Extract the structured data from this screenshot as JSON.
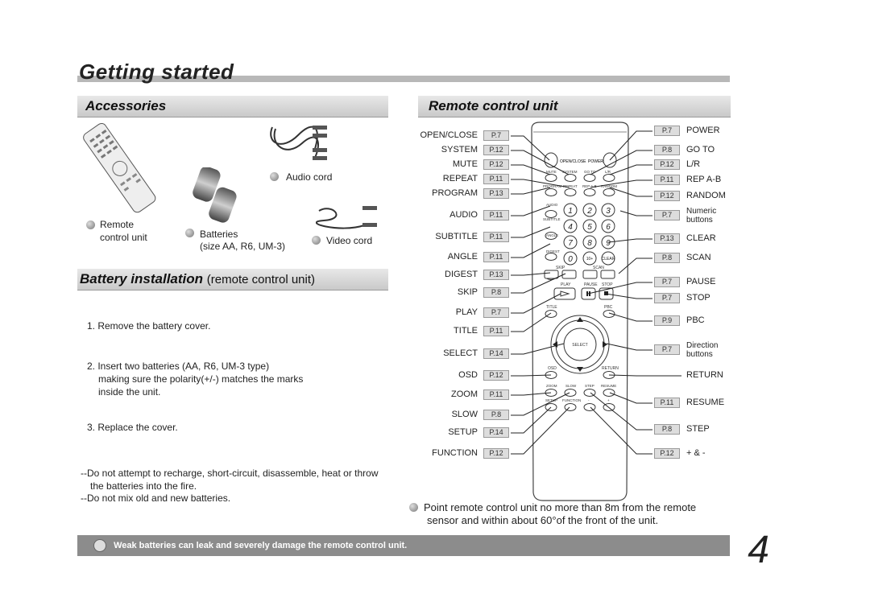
{
  "header": {
    "title": "Getting started"
  },
  "accessories": {
    "title": "Accessories",
    "audio_cord": "Audio  cord",
    "remote": [
      "Remote",
      "control unit"
    ],
    "batteries": [
      "Batteries",
      "(size AA, R6, UM-3)"
    ],
    "video_cord": "Video  cord"
  },
  "battery": {
    "title": "Battery installation",
    "subtitle": "(remote control unit)",
    "step1": "1. Remove the battery cover.",
    "step2a": "2. Insert two batteries (AA, R6, UM-3 type)",
    "step2b": "making sure the polarity(+/-) matches the marks",
    "step2c": "inside the unit.",
    "step3": "3. Replace the cover.",
    "note1a": "--Do not attempt to recharge, short-circuit, disassemble, heat or throw",
    "note1b": "the batteries into the fire.",
    "note2": "--Do not mix old and new batteries."
  },
  "remote": {
    "title": "Remote control unit",
    "left": [
      {
        "label": "OPEN/CLOSE",
        "page": "P.7"
      },
      {
        "label": "SYSTEM",
        "page": "P.12"
      },
      {
        "label": "MUTE",
        "page": "P.12"
      },
      {
        "label": "REPEAT",
        "page": "P.11"
      },
      {
        "label": "PROGRAM",
        "page": "P.13"
      },
      {
        "label": "AUDIO",
        "page": "P.11"
      },
      {
        "label": "SUBTITLE",
        "page": "P.11"
      },
      {
        "label": "ANGLE",
        "page": "P.11"
      },
      {
        "label": "DIGEST",
        "page": "P.13"
      },
      {
        "label": "SKIP",
        "page": "P.8"
      },
      {
        "label": "PLAY",
        "page": "P.7"
      },
      {
        "label": "TITLE",
        "page": "P.11"
      },
      {
        "label": "SELECT",
        "page": "P.14"
      },
      {
        "label": "OSD",
        "page": "P.12"
      },
      {
        "label": "ZOOM",
        "page": "P.11"
      },
      {
        "label": "SLOW",
        "page": "P.8"
      },
      {
        "label": "SETUP",
        "page": "P.14"
      },
      {
        "label": "FUNCTION",
        "page": "P.12"
      }
    ],
    "right": [
      {
        "label": "POWER",
        "page": "P.7"
      },
      {
        "label": "GO TO",
        "page": "P.8"
      },
      {
        "label": "L/R",
        "page": "P.12"
      },
      {
        "label": "REP A-B",
        "page": "P.11"
      },
      {
        "label": "RANDOM",
        "page": "P.12"
      },
      {
        "label": "Numeric buttons",
        "page": "P.7"
      },
      {
        "label": "CLEAR",
        "page": "P.13"
      },
      {
        "label": "SCAN",
        "page": "P.8"
      },
      {
        "label": "PAUSE",
        "page": "P.7"
      },
      {
        "label": "STOP",
        "page": "P.7"
      },
      {
        "label": "PBC",
        "page": "P.9"
      },
      {
        "label": "Direction buttons",
        "page": "P.7"
      },
      {
        "label": "RETURN",
        "page": ""
      },
      {
        "label": "RESUME",
        "page": "P.11"
      },
      {
        "label": "STEP",
        "page": "P.8"
      },
      {
        "label": "+ & -",
        "page": "P.12"
      }
    ],
    "note_a": "Point remote control unit no more than 8m from the remote",
    "note_b": "sensor and within about 60°of the front of the unit.",
    "keys": {
      "open_close": "OPEN/CLOSE",
      "power": "POWER",
      "mute": "MUTE",
      "system": "SYSTEM",
      "goto": "GO TO",
      "lr": "L/R",
      "program": "PROGRAM",
      "repeat": "REPEAT",
      "repab": "REP A-B",
      "random": "RANDOM",
      "audio": "AUDIO",
      "subtitle": "SUBTITLE",
      "angle": "ANGLE",
      "digest": "DIGEST",
      "n1": "1",
      "n2": "2",
      "n3": "3",
      "n4": "4",
      "n5": "5",
      "n6": "6",
      "n7": "7",
      "n8": "8",
      "n9": "9",
      "n0": "0",
      "n10": "10+",
      "clear": "CLEAR",
      "skip": "SKIP",
      "scan": "SCAN",
      "play": "PLAY",
      "pause": "PAUSE",
      "stop": "STOP",
      "title": "TITLE",
      "pbc": "PBC",
      "select": "SELECT",
      "osd": "OSD",
      "return": "RETURN",
      "zoom": "ZOOM",
      "slow": "SLOW",
      "step": "STEP",
      "resume": "RESUME",
      "setup": "SETUP",
      "function": "FUNCTION",
      "plus": "+",
      "minus": "-"
    }
  },
  "warning": "Weak batteries can leak and severely damage the remote control unit.",
  "page_number": "4"
}
